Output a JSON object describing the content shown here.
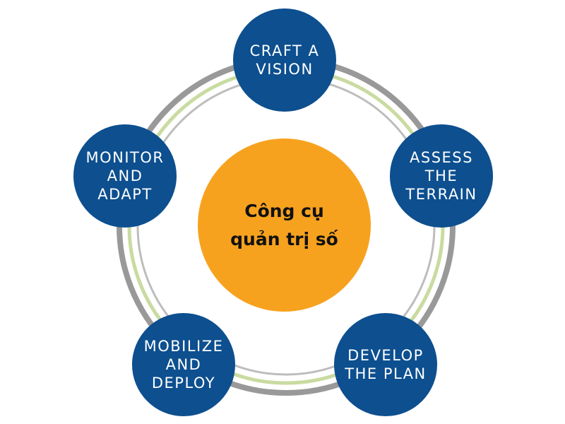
{
  "diagram": {
    "center": {
      "label": "Công cụ\nquản trị số",
      "color": "#f7a21f"
    },
    "node_color": "#0d4f8f",
    "ring_colors": [
      "#999999",
      "#c9dba0",
      "#bdbdbd"
    ],
    "nodes": [
      {
        "label": "CRAFT  A\nVISION"
      },
      {
        "label": "ASSESS\nTHE\nTERRAIN"
      },
      {
        "label": "DEVELOP\nTHE PLAN"
      },
      {
        "label": "MOBILIZE\nAND\nDEPLOY"
      },
      {
        "label": "MONITOR\nAND\nADAPT"
      }
    ]
  }
}
